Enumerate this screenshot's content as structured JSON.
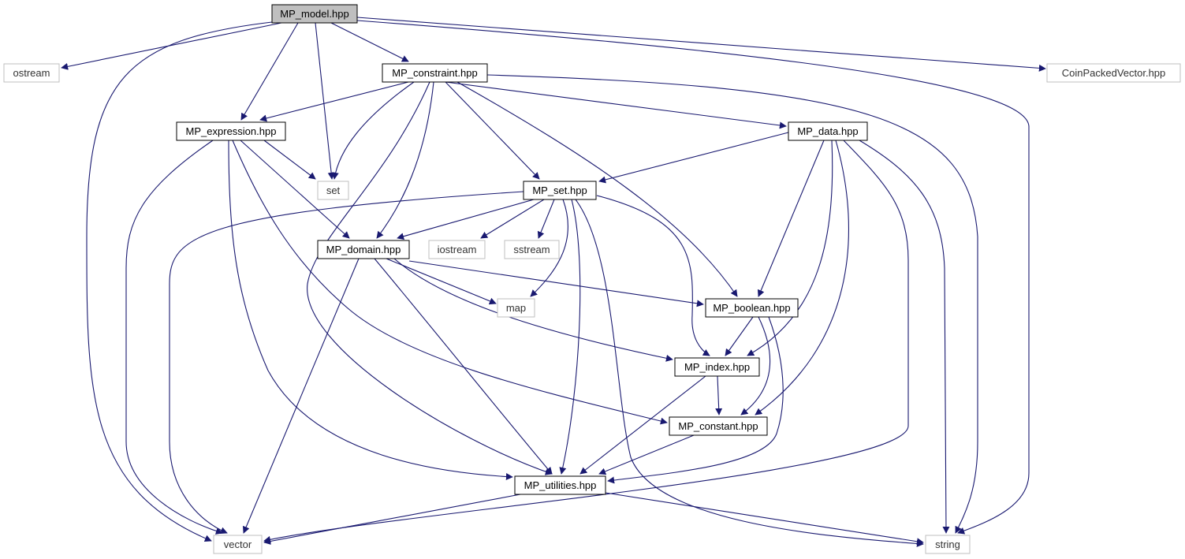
{
  "graph": {
    "nodes": [
      {
        "id": "model",
        "label": "MP_model.hpp",
        "kind": "root"
      },
      {
        "id": "ostream",
        "label": "ostream",
        "kind": "external"
      },
      {
        "id": "constraint",
        "label": "MP_constraint.hpp",
        "kind": "internal"
      },
      {
        "id": "coinpacked",
        "label": "CoinPackedVector.hpp",
        "kind": "external"
      },
      {
        "id": "expression",
        "label": "MP_expression.hpp",
        "kind": "internal"
      },
      {
        "id": "data",
        "label": "MP_data.hpp",
        "kind": "internal"
      },
      {
        "id": "set",
        "label": "set",
        "kind": "external"
      },
      {
        "id": "mpset",
        "label": "MP_set.hpp",
        "kind": "internal"
      },
      {
        "id": "domain",
        "label": "MP_domain.hpp",
        "kind": "internal"
      },
      {
        "id": "iostream",
        "label": "iostream",
        "kind": "external"
      },
      {
        "id": "sstream",
        "label": "sstream",
        "kind": "external"
      },
      {
        "id": "map",
        "label": "map",
        "kind": "external"
      },
      {
        "id": "boolean",
        "label": "MP_boolean.hpp",
        "kind": "internal"
      },
      {
        "id": "index",
        "label": "MP_index.hpp",
        "kind": "internal"
      },
      {
        "id": "constant",
        "label": "MP_constant.hpp",
        "kind": "internal"
      },
      {
        "id": "utilities",
        "label": "MP_utilities.hpp",
        "kind": "internal"
      },
      {
        "id": "vector",
        "label": "vector",
        "kind": "external"
      },
      {
        "id": "string",
        "label": "string",
        "kind": "external"
      }
    ],
    "edges": [
      [
        "model",
        "ostream"
      ],
      [
        "model",
        "constraint"
      ],
      [
        "model",
        "coinpacked"
      ],
      [
        "model",
        "expression"
      ],
      [
        "model",
        "set"
      ],
      [
        "model",
        "vector"
      ],
      [
        "model",
        "string"
      ],
      [
        "constraint",
        "expression"
      ],
      [
        "constraint",
        "set"
      ],
      [
        "constraint",
        "data"
      ],
      [
        "constraint",
        "mpset"
      ],
      [
        "constraint",
        "domain"
      ],
      [
        "constraint",
        "boolean"
      ],
      [
        "constraint",
        "utilities"
      ],
      [
        "constraint",
        "string"
      ],
      [
        "expression",
        "set"
      ],
      [
        "expression",
        "domain"
      ],
      [
        "expression",
        "constant"
      ],
      [
        "expression",
        "utilities"
      ],
      [
        "expression",
        "vector"
      ],
      [
        "data",
        "mpset"
      ],
      [
        "data",
        "boolean"
      ],
      [
        "data",
        "index"
      ],
      [
        "data",
        "constant"
      ],
      [
        "data",
        "vector"
      ],
      [
        "data",
        "string"
      ],
      [
        "mpset",
        "domain"
      ],
      [
        "mpset",
        "iostream"
      ],
      [
        "mpset",
        "sstream"
      ],
      [
        "mpset",
        "map"
      ],
      [
        "mpset",
        "index"
      ],
      [
        "mpset",
        "utilities"
      ],
      [
        "mpset",
        "vector"
      ],
      [
        "mpset",
        "string"
      ],
      [
        "domain",
        "map"
      ],
      [
        "domain",
        "boolean"
      ],
      [
        "domain",
        "index"
      ],
      [
        "domain",
        "utilities"
      ],
      [
        "domain",
        "vector"
      ],
      [
        "boolean",
        "index"
      ],
      [
        "boolean",
        "constant"
      ],
      [
        "boolean",
        "utilities"
      ],
      [
        "index",
        "constant"
      ],
      [
        "index",
        "utilities"
      ],
      [
        "constant",
        "utilities"
      ],
      [
        "utilities",
        "vector"
      ],
      [
        "utilities",
        "string"
      ]
    ],
    "colors": {
      "edge": "#191970",
      "root_fill": "#bfbfbf",
      "internal_border": "#000000",
      "external_border": "#bfbfbf"
    }
  }
}
